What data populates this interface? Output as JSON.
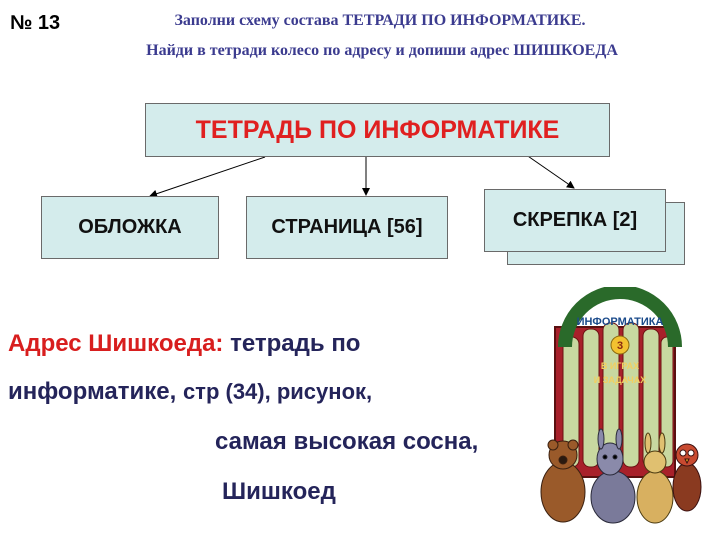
{
  "task_number": "№ 13",
  "instructions": {
    "line1": "Заполни схему состава ТЕТРАДИ ПО ИНФОРМАТИКЕ.",
    "line2": "Найди в тетради колесо по адресу и допиши адрес ШИШКОЕДА"
  },
  "diagram": {
    "root": "ТЕТРАДЬ ПО ИНФОРМАТИКЕ",
    "children": [
      "ОБЛОЖКА",
      "СТРАНИЦА [56]",
      "СКРЕПКА [2]"
    ]
  },
  "address": {
    "label": "Адрес Шишкоеда:",
    "part1": "тетрадь по",
    "part2a": "информатике,",
    "part2b": "стр (34), рисунок,",
    "part3": "самая высокая сосна,",
    "part4": "Шишкоед"
  },
  "book_cover": {
    "title": "ИНФОРМАТИКА",
    "subtitle_line1": "В ИГРАХ",
    "subtitle_line2": "И ЗАДАЧАХ",
    "badge": "3"
  },
  "colors": {
    "box_fill": "#d4ecec",
    "title_red": "#e02020",
    "instruction_blue": "#3b3b8f",
    "text_navy": "#24245a"
  }
}
